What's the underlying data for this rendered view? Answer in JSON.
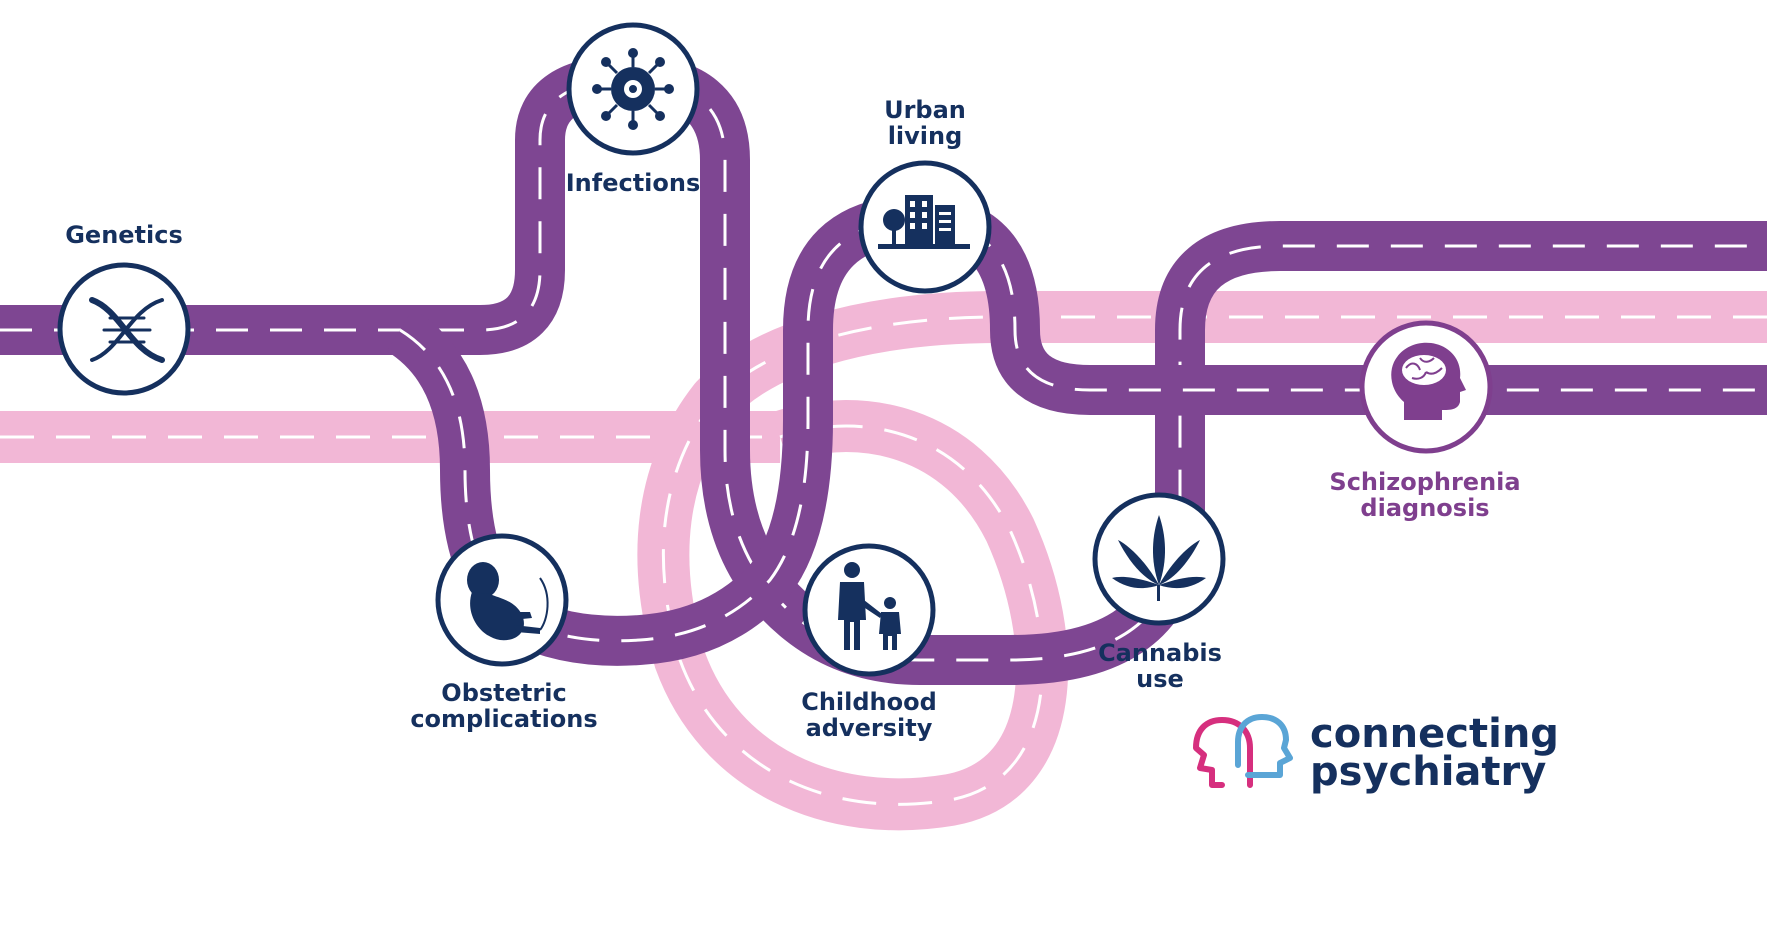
{
  "colors": {
    "purple_road": "#7e4692",
    "pink_road": "#f2b7d6",
    "dashes": "#ffffff",
    "navy": "#15305e",
    "end_purple": "#7f3f8e"
  },
  "nodes": {
    "genetics": {
      "label_line1": "Genetics",
      "icon": "dna-icon"
    },
    "infections": {
      "label_line1": "Infections",
      "icon": "virus-icon"
    },
    "urban_living": {
      "label_line1": "Urban",
      "label_line2": "living",
      "icon": "city-buildings-icon"
    },
    "obstetric": {
      "label_line1": "Obstetric",
      "label_line2": "complications",
      "icon": "fetus-icon"
    },
    "childhood": {
      "label_line1": "Childhood",
      "label_line2": "adversity",
      "icon": "parent-child-icon"
    },
    "cannabis": {
      "label_line1": "Cannabis",
      "label_line2": "use",
      "icon": "cannabis-leaf-icon"
    },
    "schizophrenia": {
      "label_line1": "Schizophrenia",
      "label_line2": "diagnosis",
      "icon": "brain-head-icon"
    }
  },
  "brand": {
    "line1": "connecting",
    "line2": "psychiatry",
    "logo_icon": "two-heads-logo-icon"
  }
}
